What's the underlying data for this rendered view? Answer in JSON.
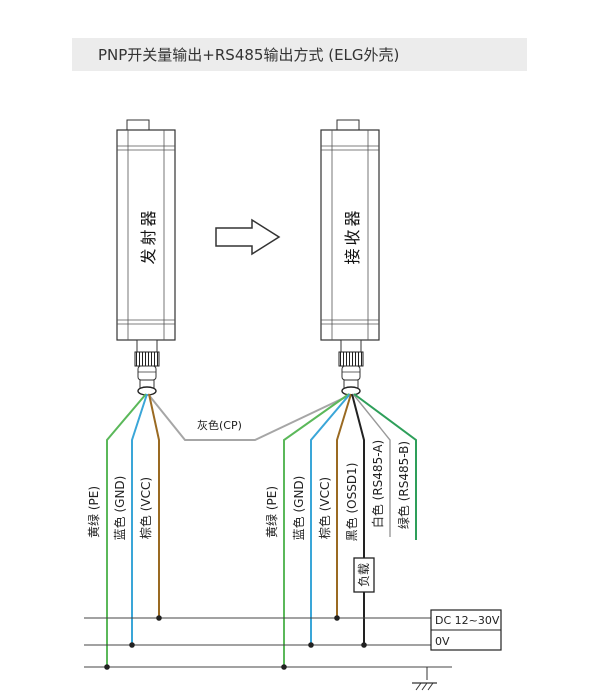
{
  "title": "PNP开关量输出+RS485输出方式 (ELG外壳)",
  "emitter_label": "发射器",
  "receiver_label": "接收器",
  "gray_wire_label": "灰色(CP)",
  "emitter_wires": [
    "黄绿 (PE)",
    "蓝色 (GND)",
    "棕色 (VCC)"
  ],
  "receiver_wires": [
    "黄绿 (PE)",
    "蓝色 (GND)",
    "棕色 (VCC)",
    "黑色 (OSSD1)",
    "白色 (RS485-A)",
    "绿色 (RS485-B)"
  ],
  "load_label": "负载",
  "supply_label": "DC 12~30V",
  "zero_label": "0V",
  "colors": {
    "yellow_green": "#5bb85a",
    "blue": "#3aa6d8",
    "brown": "#9a6a22",
    "black": "#222222",
    "white": "#999999",
    "green": "#2e9f5a",
    "gray": "#a6a6a6"
  }
}
